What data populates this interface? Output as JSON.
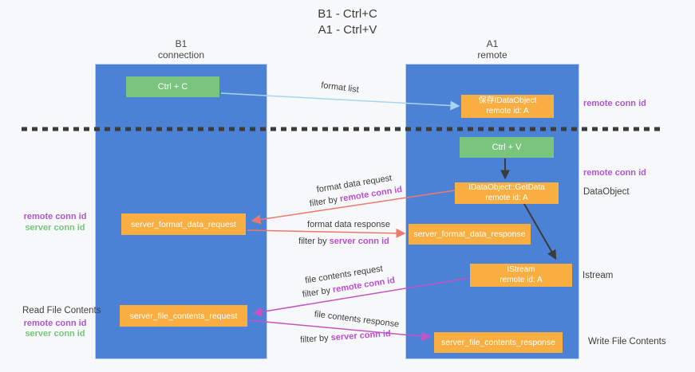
{
  "title": {
    "line1": "B1 - Ctrl+C",
    "line2": "A1 - Ctrl+V"
  },
  "columns": {
    "left": {
      "header_line1": "B1",
      "header_line2": "connection"
    },
    "right": {
      "header_line1": "A1",
      "header_line2": "remote"
    }
  },
  "boxes": {
    "ctrl_c": "Ctrl + C",
    "ctrl_v": "Ctrl + V",
    "save_dataobject": {
      "line1": "保存IDataObject",
      "line2": "remote id: A"
    },
    "getdata": {
      "line1": "IDataObject::GetData",
      "line2": "remote id: A"
    },
    "istream": {
      "line1": "IStream",
      "line2": "remote id: A"
    },
    "server_format_data_request": "server_format_data_request",
    "server_format_data_response": "server_format_data_response",
    "server_file_contents_request": "server_file_contents_request",
    "server_file_contents_response": "server_file_contents_response"
  },
  "arrow_labels": {
    "format_list": "format list",
    "format_data_request": "format data request",
    "format_data_response": "format data response",
    "file_contents_request": "file contents request",
    "file_contents_response": "file contents response",
    "filter_by": "filter by ",
    "remote_conn_id": "remote conn id",
    "server_conn_id": "server conn id"
  },
  "side_labels": {
    "remote_conn_id": "remote conn id",
    "server_conn_id": "server conn id",
    "dataobject": "DataObject",
    "istream": "Istream",
    "read_file_contents": "Read File Contents",
    "write_file_contents": "Write File Contents"
  },
  "colors": {
    "column_blue": "#4b82d5",
    "box_green": "#79c57e",
    "box_orange": "#f9ae42",
    "purple_text": "#ae56ce",
    "green_text": "#76c57c",
    "red_arrow": "#f0776e",
    "magenta_arrow": "#c553c5",
    "lightblue_arrow": "#a8d4f2",
    "black_arrow": "#3b3b3b"
  }
}
